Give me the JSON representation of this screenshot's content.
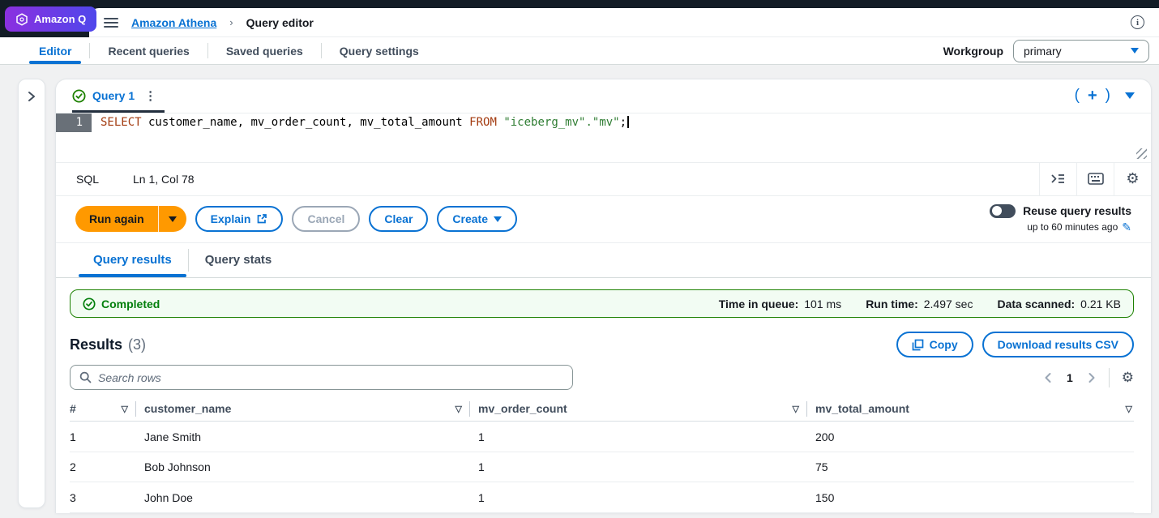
{
  "colors": {
    "accent": "#0972d3",
    "run_orange": "#ff9900",
    "success": "#037f0c"
  },
  "topbar": {
    "amazon_q": "Amazon Q",
    "breadcrumb": {
      "root": "Amazon Athena",
      "separator": "›",
      "current": "Query editor"
    }
  },
  "nav": {
    "tabs": [
      {
        "label": "Editor"
      },
      {
        "label": "Recent queries"
      },
      {
        "label": "Saved queries"
      },
      {
        "label": "Query settings"
      }
    ],
    "workgroup_label": "Workgroup",
    "workgroup_value": "primary"
  },
  "query_tab": {
    "label": "Query 1",
    "prev": "(",
    "add": "+",
    "next": ")"
  },
  "editor": {
    "line_number": "1",
    "tokens": {
      "select": "SELECT",
      "fields": " customer_name, mv_order_count, mv_total_amount ",
      "from": "FROM",
      "space": " ",
      "table": "\"iceberg_mv\".\"mv\"",
      "semicolon": ";"
    },
    "language": "SQL",
    "cursor_position": "Ln 1, Col 78"
  },
  "actions": {
    "run": "Run again",
    "explain": "Explain",
    "cancel": "Cancel",
    "clear": "Clear",
    "create": "Create",
    "reuse_label": "Reuse query results",
    "reuse_note": "up to 60 minutes ago"
  },
  "results_tabs": [
    {
      "label": "Query results"
    },
    {
      "label": "Query stats"
    }
  ],
  "banner": {
    "status": "Completed",
    "stats": [
      {
        "label": "Time in queue:",
        "value": "101 ms"
      },
      {
        "label": "Run time:",
        "value": "2.497 sec"
      },
      {
        "label": "Data scanned:",
        "value": "0.21 KB"
      }
    ]
  },
  "results": {
    "title": "Results",
    "count": "(3)",
    "copy": "Copy",
    "download": "Download results CSV",
    "search_placeholder": "Search rows",
    "page": "1"
  },
  "table": {
    "columns": [
      "#",
      "customer_name",
      "mv_order_count",
      "mv_total_amount"
    ],
    "rows": [
      [
        "1",
        "Jane Smith",
        "1",
        "200"
      ],
      [
        "2",
        "Bob Johnson",
        "1",
        "75"
      ],
      [
        "3",
        "John Doe",
        "1",
        "150"
      ]
    ]
  }
}
